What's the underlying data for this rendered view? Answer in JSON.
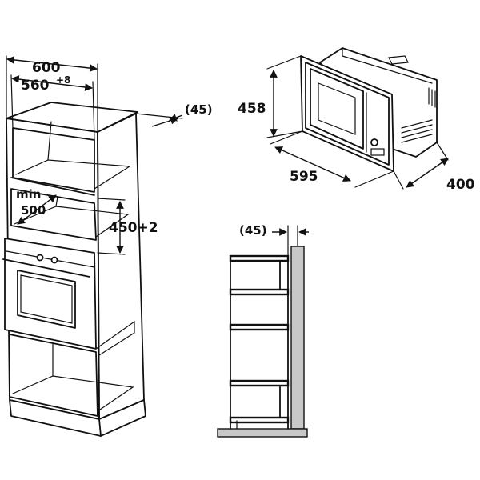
{
  "cabinet_dims": {
    "outer_width": "600",
    "inner_width": "560",
    "inner_width_tol": "+8",
    "back_gap": "(45)",
    "min_label": "min",
    "min_value": "500",
    "niche_height": "450+2"
  },
  "microwave_dims": {
    "height": "458",
    "width": "595",
    "depth": "400"
  },
  "side_view_dims": {
    "back_gap": "(45)"
  }
}
